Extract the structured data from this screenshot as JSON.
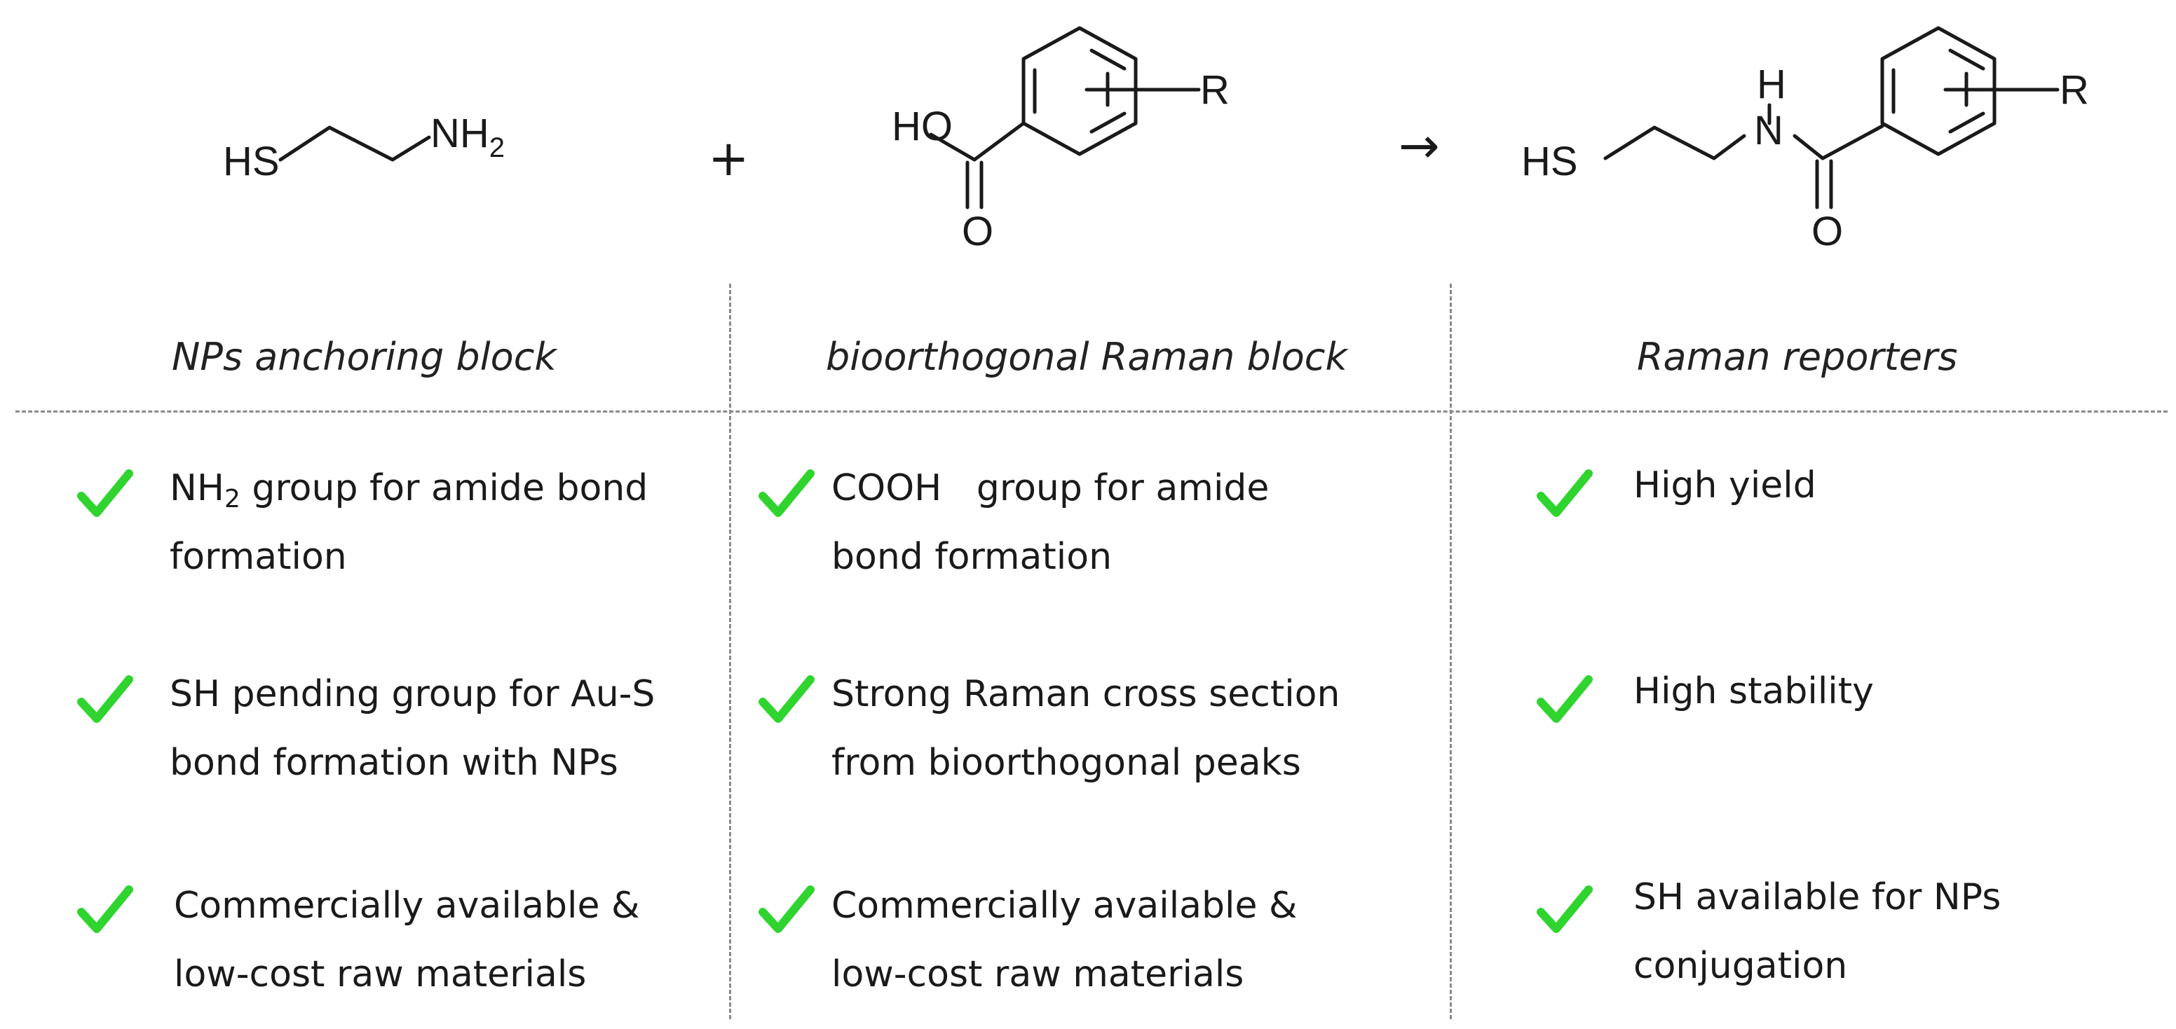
{
  "colors": {
    "check": "#2fd42f",
    "text": "#1a1a1a",
    "divider": "#8a8a8a"
  },
  "reaction": {
    "reactant1": {
      "hs": "HS",
      "nh": "NH",
      "nh_sub": "2"
    },
    "plus": "+",
    "reactant2": {
      "ho": "HO",
      "o": "O",
      "r": "R"
    },
    "arrow": "→",
    "product": {
      "hs": "HS",
      "h": "H",
      "n": "N",
      "o": "O",
      "r": "R"
    }
  },
  "columns": [
    {
      "heading": "NPs anchoring block",
      "items": [
        {
          "icon": "check-icon",
          "line1_a": "NH",
          "line1_sub": "2",
          "line1_b": " group for amide bond",
          "line2": "formation"
        },
        {
          "icon": "check-icon",
          "line1": "SH pending group for Au-S",
          "line2": "bond formation with NPs"
        },
        {
          "icon": "check-icon",
          "line1": "Commercially available &",
          "line2": "low-cost raw materials"
        }
      ]
    },
    {
      "heading": "bioorthogonal Raman block",
      "items": [
        {
          "icon": "check-icon",
          "line1": "COOH   group for amide",
          "line2": "bond formation"
        },
        {
          "icon": "check-icon",
          "line1": "Strong Raman cross section",
          "line2": "from bioorthogonal peaks"
        },
        {
          "icon": "check-icon",
          "line1": "Commercially available &",
          "line2": "low-cost raw materials"
        }
      ]
    },
    {
      "heading": "Raman reporters",
      "items": [
        {
          "icon": "check-icon",
          "line1": "High yield"
        },
        {
          "icon": "check-icon",
          "line1": "High stability"
        },
        {
          "icon": "check-icon",
          "line1": "SH available for NPs",
          "line2": "conjugation"
        }
      ]
    }
  ]
}
